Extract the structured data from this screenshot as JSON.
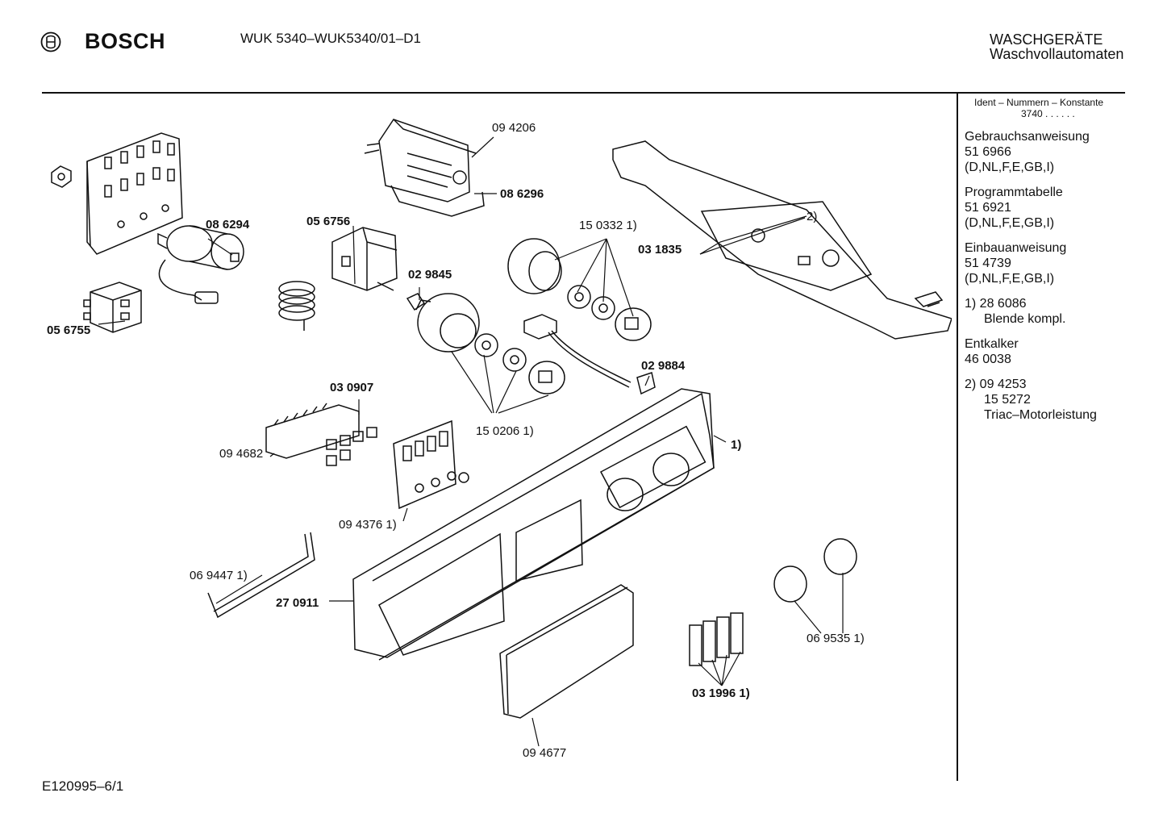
{
  "header": {
    "brand": "BOSCH",
    "model": "WUK 5340–WUK5340/01–D1",
    "category_line1": "WASCHGERÄTE",
    "category_line2": "Waschvollautomaten"
  },
  "sidebar": {
    "ident_title": "Ident – Nummern – Konstante",
    "ident_value": "3740 . . . . . .",
    "blocks": [
      {
        "title": "Gebrauchsanweisung",
        "number": "51 6966",
        "langs": "(D,NL,F,E,GB,I)"
      },
      {
        "title": "Programmtabelle",
        "number": "51 6921",
        "langs": "(D,NL,F,E,GB,I)"
      },
      {
        "title": "Einbauanweisung",
        "number": "51 4739",
        "langs": "(D,NL,F,E,GB,I)"
      }
    ],
    "note1_line1": "1)  28 6086",
    "note1_line2": "Blende kompl.",
    "entkalker_title": "Entkalker",
    "entkalker_number": "46 0038",
    "note2_line1": "2)  09 4253",
    "note2_line2": "15 5272",
    "note2_line3": "Triac–Motorleistung"
  },
  "parts": [
    {
      "id": "p094206",
      "text": "09 4206",
      "bold": false
    },
    {
      "id": "p086296",
      "text": "08 6296",
      "bold": true
    },
    {
      "id": "p086294",
      "text": "08 6294",
      "bold": true
    },
    {
      "id": "p056756",
      "text": "05 6756",
      "bold": true
    },
    {
      "id": "p150332",
      "text": "15 0332 1)",
      "bold": false
    },
    {
      "id": "p2",
      "text": "2)",
      "bold": false
    },
    {
      "id": "p031835",
      "text": "03 1835",
      "bold": true
    },
    {
      "id": "p029845",
      "text": "02 9845",
      "bold": true
    },
    {
      "id": "p056755",
      "text": "05 6755",
      "bold": true
    },
    {
      "id": "p029884",
      "text": "02 9884",
      "bold": true
    },
    {
      "id": "p030907",
      "text": "03 0907",
      "bold": true
    },
    {
      "id": "p150206",
      "text": "15 0206 1)",
      "bold": false
    },
    {
      "id": "p094682",
      "text": "09 4682",
      "bold": false
    },
    {
      "id": "p1",
      "text": "1)",
      "bold": true
    },
    {
      "id": "p094376",
      "text": "09 4376 1)",
      "bold": false
    },
    {
      "id": "p069447",
      "text": "06 9447 1)",
      "bold": false
    },
    {
      "id": "p270911",
      "text": "27 0911",
      "bold": true
    },
    {
      "id": "p069535",
      "text": "06 9535 1)",
      "bold": false
    },
    {
      "id": "p031996",
      "text": "03 1996 1)",
      "bold": true
    },
    {
      "id": "p094677",
      "text": "09 4677",
      "bold": false
    }
  ],
  "footer": {
    "code": "E120995–6/1"
  }
}
